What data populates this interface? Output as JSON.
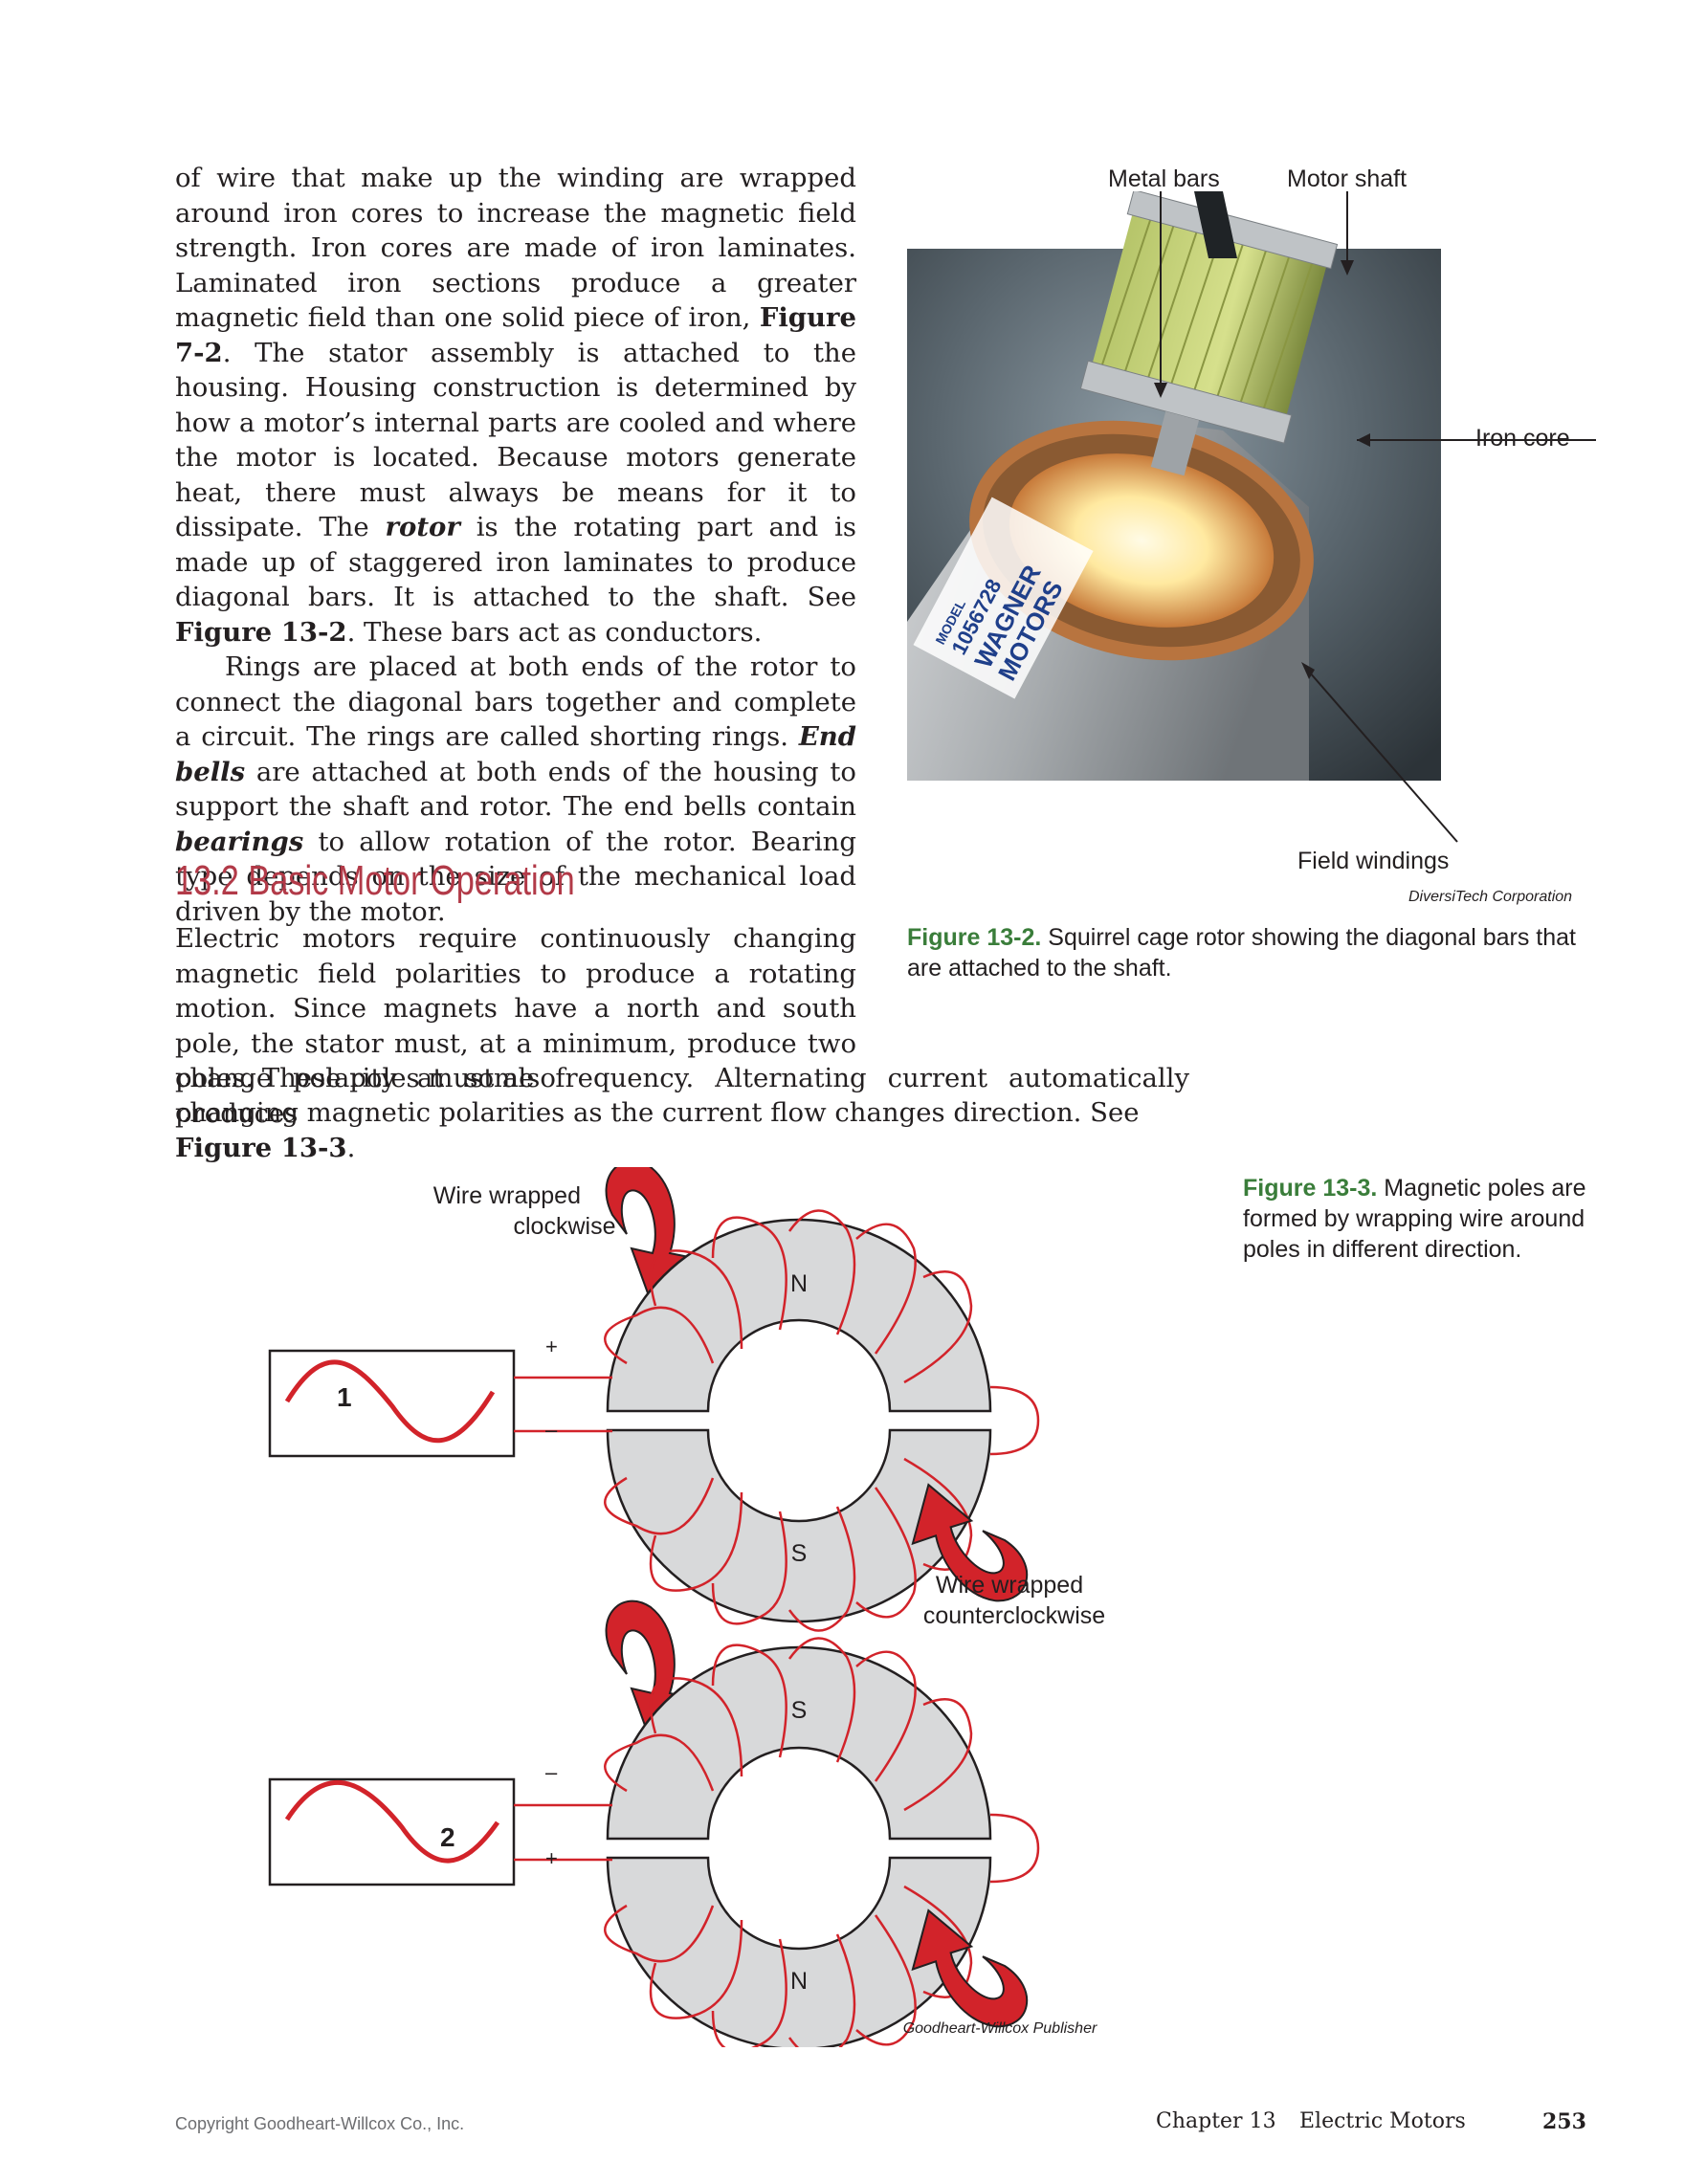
{
  "body": {
    "para1_parts": [
      "of wire that make up the winding are wrapped around iron cores to increase the magnetic field strength. Iron cores are made of iron laminates. Laminated iron sections produce a greater magnetic field than one solid piece of iron, ",
      "Figure 7-2",
      ". The stator assembly is attached to the housing. Housing construction is determined by how a motor’s internal parts are cooled and where the motor is located. Because motors generate heat, there must always be means for it to dissipate. The ",
      "rotor",
      " is the rotating part and is made up of staggered iron laminates to produce diagonal bars. It is attached to the shaft. See ",
      "Figure 13-2",
      ". These bars act as conductors."
    ],
    "para2_parts": [
      "Rings are placed at both ends of the rotor to connect the diagonal bars together and complete a circuit. The rings are called shorting rings. ",
      "End bells",
      " are attached at both ends of the housing to support the shaft and rotor. The end bells contain ",
      "bearings",
      " to allow rotation of the rotor. Bearing type depends on the size of the mechanical load driven by the motor."
    ],
    "section_heading": "13.2 Basic Motor Operation",
    "para3_narrow": "Electric motors require continuously changing magnetic field polarities to produce a rotating motion. Since magnets have a north and south pole, the stator must, at a minimum, produce two poles. These poles must also",
    "para3_wide_line": "change polarity at some frequency. Alternating current automatically produces",
    "para3_last_parts": [
      "changing magnetic polarities as the current flow changes direction. See ",
      "Figure 13-3",
      "."
    ]
  },
  "figure_13_2": {
    "labels": {
      "metal_bars": "Metal bars",
      "motor_shaft": "Motor shaft",
      "iron_core": "Iron core",
      "field_windings": "Field windings"
    },
    "nameplate": [
      "MODEL",
      "1056728",
      "WAGNER",
      "MOTORS"
    ],
    "credit": "DiversiTech Corporation",
    "caption_number": "Figure 13-2.",
    "caption_text": "Squirrel cage rotor showing the diagonal bars that are attached to the shaft."
  },
  "figure_13_3": {
    "caption_number": "Figure 13-3.",
    "caption_text": "Magnetic poles are formed by wrapping wire around poles in different direction.",
    "diagram_1": {
      "source_number": "1",
      "top_pole": "N",
      "bottom_pole": "S",
      "top_terminal": "+",
      "bottom_terminal": "–",
      "label_cw": [
        "Wire wrapped",
        "clockwise"
      ],
      "label_ccw": [
        "Wire wrapped",
        "counterclockwise"
      ]
    },
    "diagram_2": {
      "source_number": "2",
      "top_pole": "S",
      "bottom_pole": "N",
      "top_terminal": "–",
      "bottom_terminal": "+"
    },
    "credit": "Goodheart-Willcox Publisher",
    "colors": {
      "wire": "#d2232a",
      "core": "#d8d9da",
      "arrow": "#d2232a"
    }
  },
  "footer": {
    "copyright": "Copyright Goodheart-Willcox Co., Inc.",
    "chapter": "Chapter 13",
    "chapter_title": "Electric Motors",
    "page_number": "253"
  }
}
